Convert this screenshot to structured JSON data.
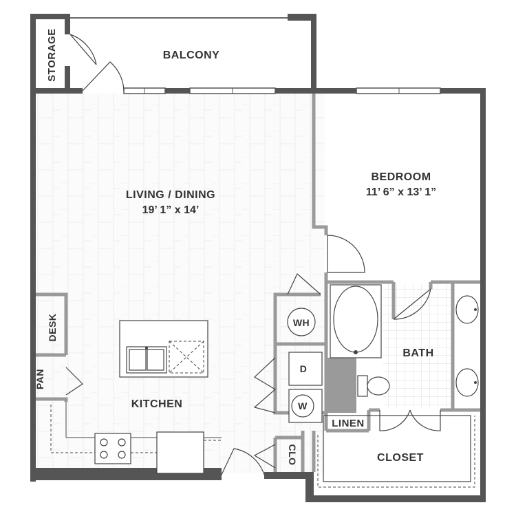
{
  "rooms": {
    "balcony": {
      "name": "BALCONY"
    },
    "storage": {
      "name": "STORAGE"
    },
    "living_dining": {
      "name": "LIVING / DINING",
      "dimensions": "19’ 1” x 14’"
    },
    "bedroom": {
      "name": "BEDROOM",
      "dimensions": "11’ 6” x 13’ 1”"
    },
    "bath": {
      "name": "BATH"
    },
    "kitchen": {
      "name": "KITCHEN"
    },
    "closet": {
      "name": "CLOSET"
    },
    "linen": {
      "name": "LINEN"
    },
    "desk": {
      "name": "DESK"
    },
    "pantry": {
      "name": "PAN"
    },
    "clo": {
      "name": "CLO"
    }
  },
  "fixtures": {
    "water_heater": "WH",
    "dryer": "D",
    "washer": "W"
  },
  "colors": {
    "wall": "#555555",
    "partition": "#9a9a9a",
    "text": "#333333",
    "floor_wood": "#f7f7f7",
    "tile": "#f5f5f5"
  }
}
